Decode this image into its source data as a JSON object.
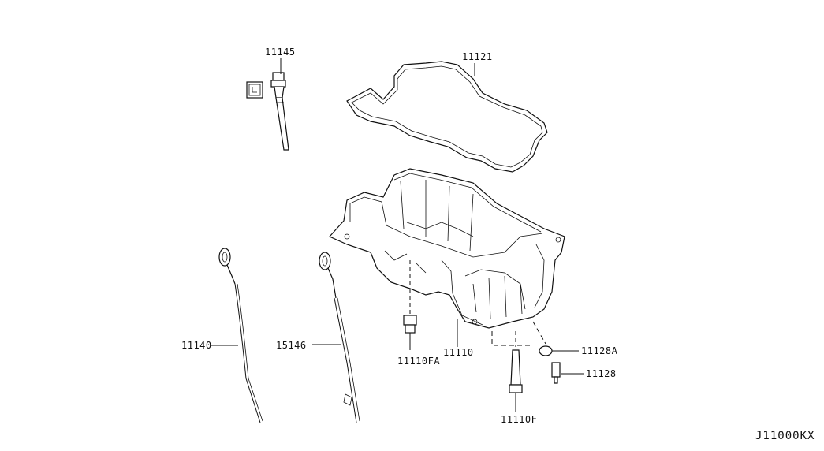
{
  "diagram": {
    "part_labels": {
      "p11145": "11145",
      "p11121": "11121",
      "p11140": "11140",
      "p15146": "15146",
      "p11110FA": "11110FA",
      "p11110": "11110",
      "p11128A": "11128A",
      "p11128": "11128",
      "p11110F": "11110F"
    },
    "diagram_code": "J11000KX"
  }
}
